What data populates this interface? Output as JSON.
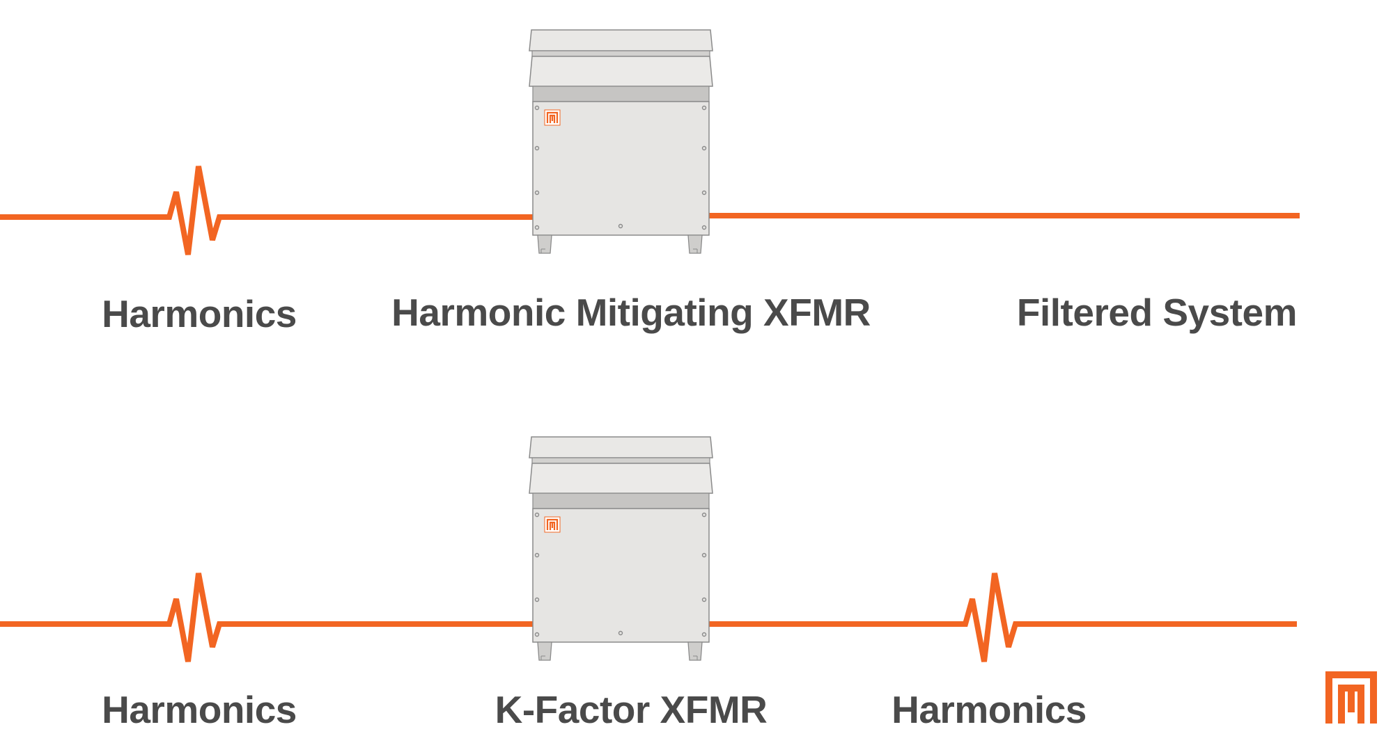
{
  "colors": {
    "signal": "#f26522",
    "text": "#4a4a4a",
    "cabinet_body": "#e6e5e3",
    "cabinet_band": "#c6c5c3",
    "cabinet_stroke": "#8a8a8a",
    "brand": "#f26522"
  },
  "row_top": {
    "input_label": "Harmonics",
    "device_label": "Harmonic Mitigating XFMR",
    "output_label": "Filtered System"
  },
  "row_bottom": {
    "input_label": "Harmonics",
    "device_label": "K-Factor XFMR",
    "output_label": "Harmonics"
  },
  "icons": {
    "harmonic_spike": "harmonic-spike-icon",
    "transformer": "transformer-cabinet-icon",
    "brand_logo": "m-brand-logo-icon"
  }
}
